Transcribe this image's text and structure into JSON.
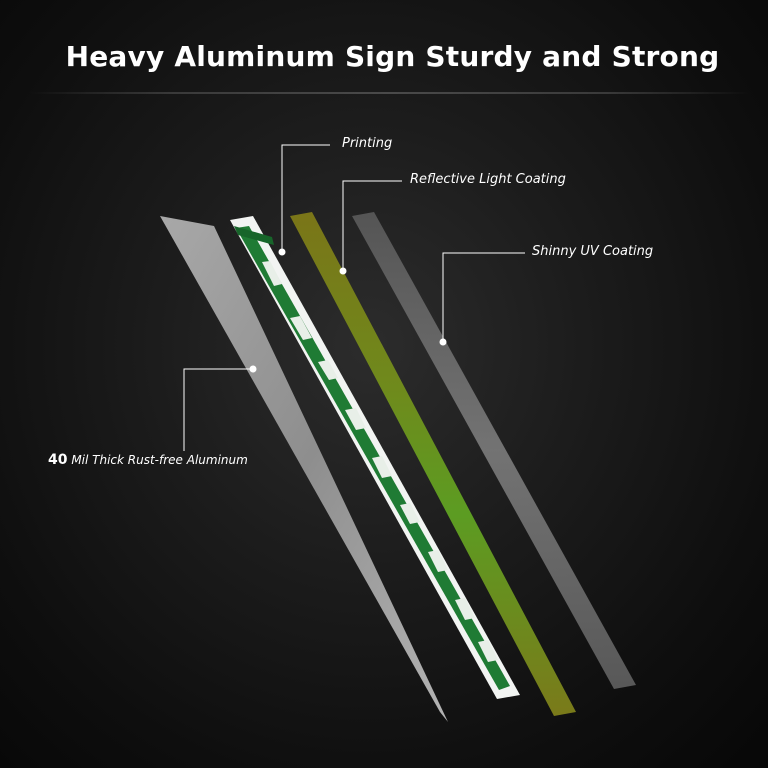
{
  "title": "Heavy Aluminum Sign Sturdy and Strong",
  "layers": {
    "printing": "Printing",
    "reflective": "Reflective Light Coating",
    "uv": "Shinny UV Coating",
    "aluminum_number": "40",
    "aluminum_text": "Mil Thick  Rust-free Aluminum"
  },
  "colors": {
    "background": "#0b0b0b",
    "aluminum": "#9a9a9a",
    "print_green": "#1e7a32",
    "reflective_top": "#7d7a1e",
    "reflective_mid": "#5f9a22",
    "uv_coating": "#6e6e6e",
    "callout_line": "#ffffff"
  }
}
